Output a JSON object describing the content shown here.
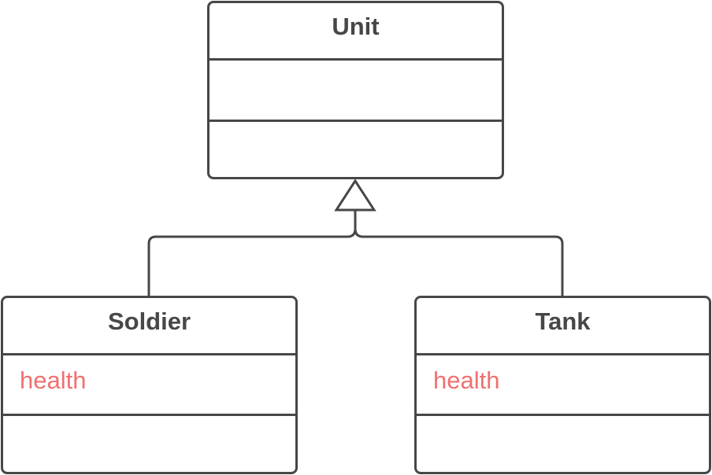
{
  "diagram": {
    "classes": [
      {
        "name": "Unit",
        "attributes": [],
        "methods": []
      },
      {
        "name": "Soldier",
        "attributes": [
          "health"
        ],
        "methods": []
      },
      {
        "name": "Tank",
        "attributes": [
          "health"
        ],
        "methods": []
      }
    ],
    "relationships": [
      {
        "type": "generalization",
        "from": "Soldier",
        "to": "Unit"
      },
      {
        "type": "generalization",
        "from": "Tank",
        "to": "Unit"
      }
    ],
    "colors": {
      "outline": "#474747",
      "attribute_text": "#f07070",
      "background": "#ffffff"
    }
  }
}
